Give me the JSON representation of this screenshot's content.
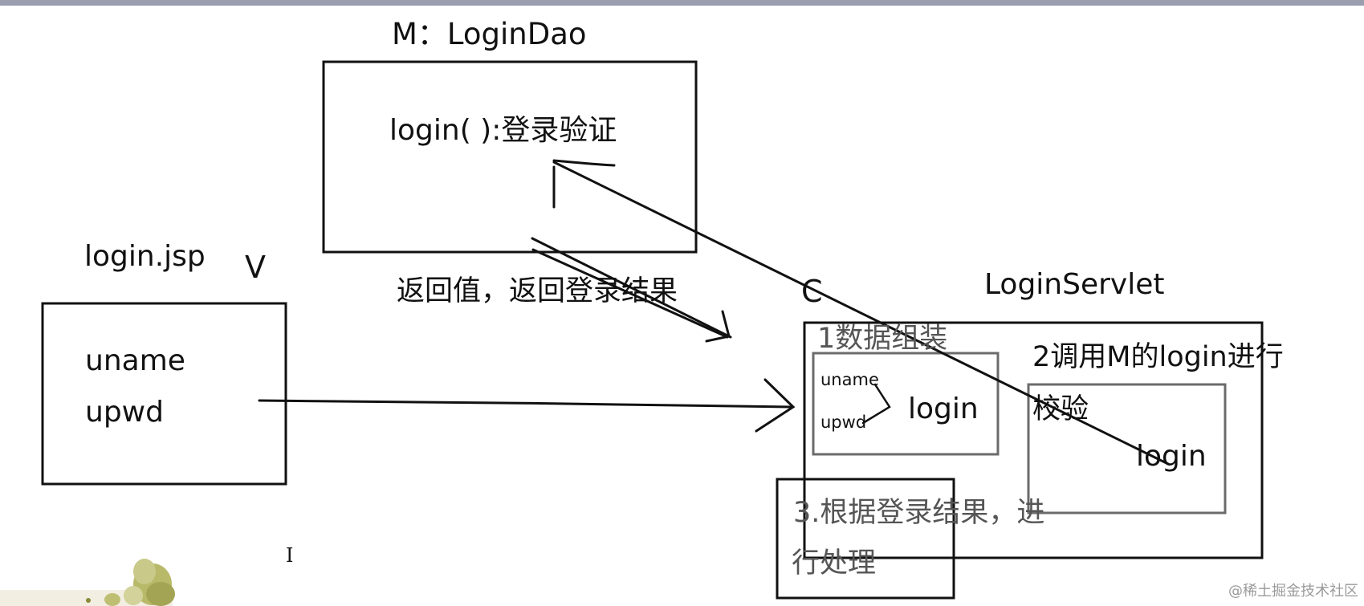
{
  "model": {
    "heading": "M：LoginDao",
    "method": "login(    ):登录验证"
  },
  "view": {
    "heading": "login.jsp",
    "letter": "V",
    "fields": [
      "uname",
      "upwd"
    ]
  },
  "controller": {
    "letter": "C",
    "heading": "LoginServlet",
    "step1_label": "1数据组装",
    "step1_fields": [
      "uname",
      "upwd"
    ],
    "step1_result": "login",
    "step2_label_line1": "2调用M的login进行",
    "step2_label_line2": "校验",
    "step2_result": "login",
    "step3_line1": "3.根据登录结果，进",
    "step3_line2": "行处理"
  },
  "return_label": "返回值，返回登录结果",
  "watermark": "@稀土掘金技术社区",
  "cursor_glyph": "I",
  "colors": {
    "ink": "#111111",
    "box_gray": "#6b6b6b",
    "text_gray": "#555555",
    "top_strip": "#9a9eae"
  }
}
